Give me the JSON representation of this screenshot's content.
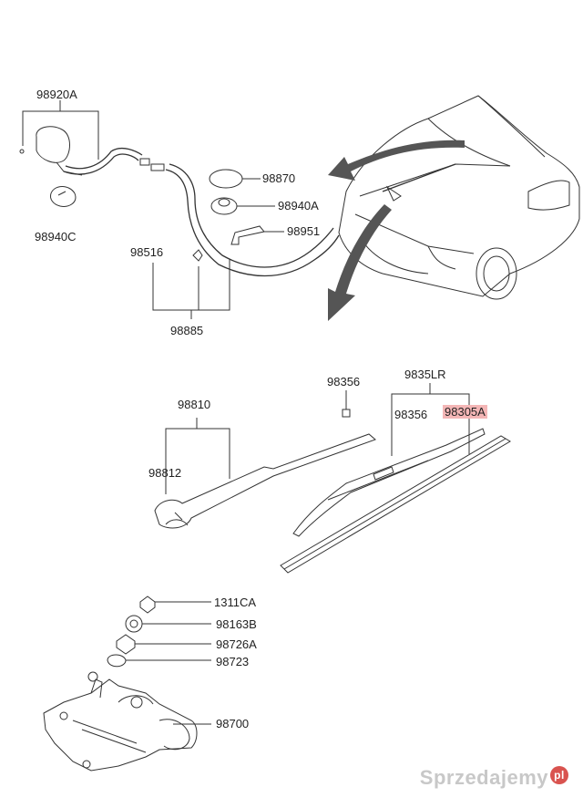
{
  "labels": {
    "l98920A": "98920A",
    "l98940C": "98940C",
    "l98870": "98870",
    "l98940A": "98940A",
    "l98951": "98951",
    "l98516": "98516",
    "l98885": "98885",
    "l98356a": "98356",
    "l9835LR": "9835LR",
    "l98356b": "98356",
    "l98305A": "98305A",
    "l98810": "98810",
    "l98812": "98812",
    "l1311CA": "1311CA",
    "l98163B": "98163B",
    "l98726A": "98726A",
    "l98723": "98723",
    "l98700": "98700"
  },
  "watermark": {
    "text": "Sprzedajemy",
    "suffix": "pl"
  },
  "colors": {
    "line": "#333333",
    "highlight": "#f4b6b6",
    "watermark": "#c8c8c8",
    "brand": "#d9534f"
  }
}
